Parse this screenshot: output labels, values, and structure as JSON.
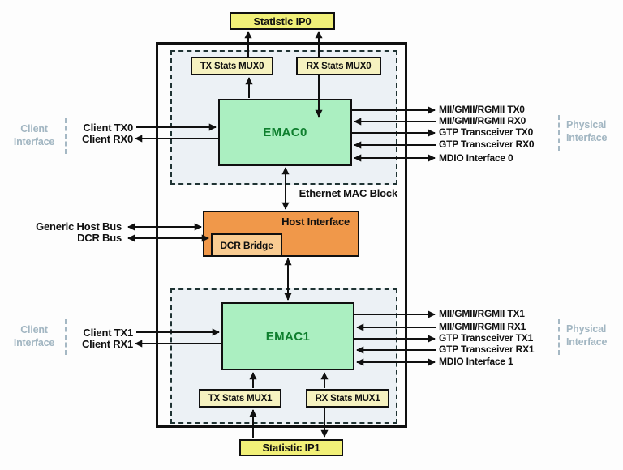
{
  "colors": {
    "emac_fill": "#abefc1",
    "emac_text": "#0e7f2e",
    "host_fill": "#f0984a",
    "dcr_fill": "#f9cc92",
    "statistic_fill": "#f1f078",
    "mux_fill": "#f6f2c0",
    "region_fill": "#ecf1f5",
    "interface_text": "#a2b6c2",
    "line": "#101010"
  },
  "boxes": {
    "statistic_ip0": "Statistic IP0",
    "tx_stats_mux0": "TX Stats MUX0",
    "rx_stats_mux0": "RX Stats MUX0",
    "emac0": "EMAC0",
    "host_interface": "Host Interface",
    "dcr_bridge": "DCR Bridge",
    "emac1": "EMAC1",
    "tx_stats_mux1": "TX Stats MUX1",
    "rx_stats_mux1": "RX Stats MUX1",
    "statistic_ip1": "Statistic IP1"
  },
  "labels": {
    "ethernet_mac_block": "Ethernet MAC Block",
    "client_interface": {
      "line1": "Client",
      "line2": "Interface"
    },
    "physical_interface": {
      "line1": "Physical",
      "line2": "Interface"
    },
    "generic_host_bus": "Generic Host Bus",
    "dcr_bus": "DCR Bus",
    "client_tx0": "Client TX0",
    "client_rx0": "Client RX0",
    "client_tx1": "Client TX1",
    "client_rx1": "Client RX1"
  },
  "emac0_ports": [
    "MII/GMII/RGMII TX0",
    "MII/GMII/RGMII RX0",
    "GTP Transceiver TX0",
    "GTP Transceiver RX0",
    "MDIO Interface 0"
  ],
  "emac1_ports": [
    "MII/GMII/RGMII TX1",
    "MII/GMII/RGMII RX1",
    "GTP Transceiver TX1",
    "GTP Transceiver RX1",
    "MDIO Interface 1"
  ]
}
